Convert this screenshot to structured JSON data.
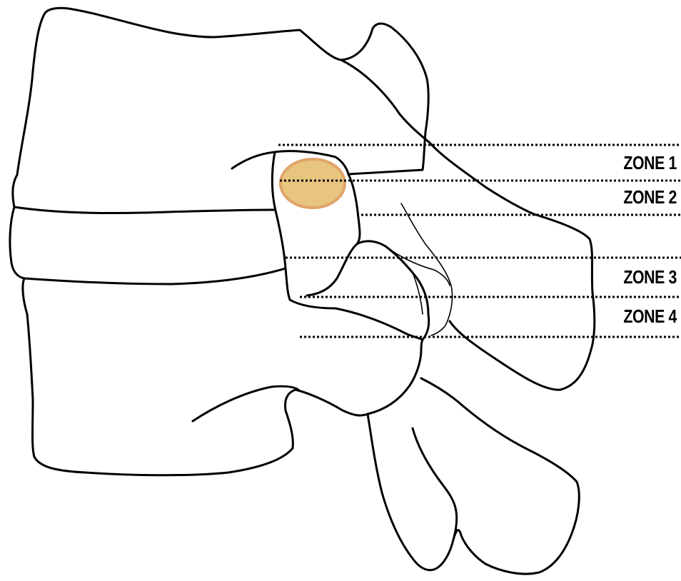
{
  "zones": [
    {
      "label": "ZONE 1"
    },
    {
      "label": "ZONE 2"
    },
    {
      "label": "ZONE 3"
    },
    {
      "label": "ZONE 4"
    }
  ],
  "colors": {
    "outline": "#000000",
    "highlight_fill": "#e8c57e",
    "highlight_stroke": "#e0a46a",
    "background": "#ffffff"
  }
}
